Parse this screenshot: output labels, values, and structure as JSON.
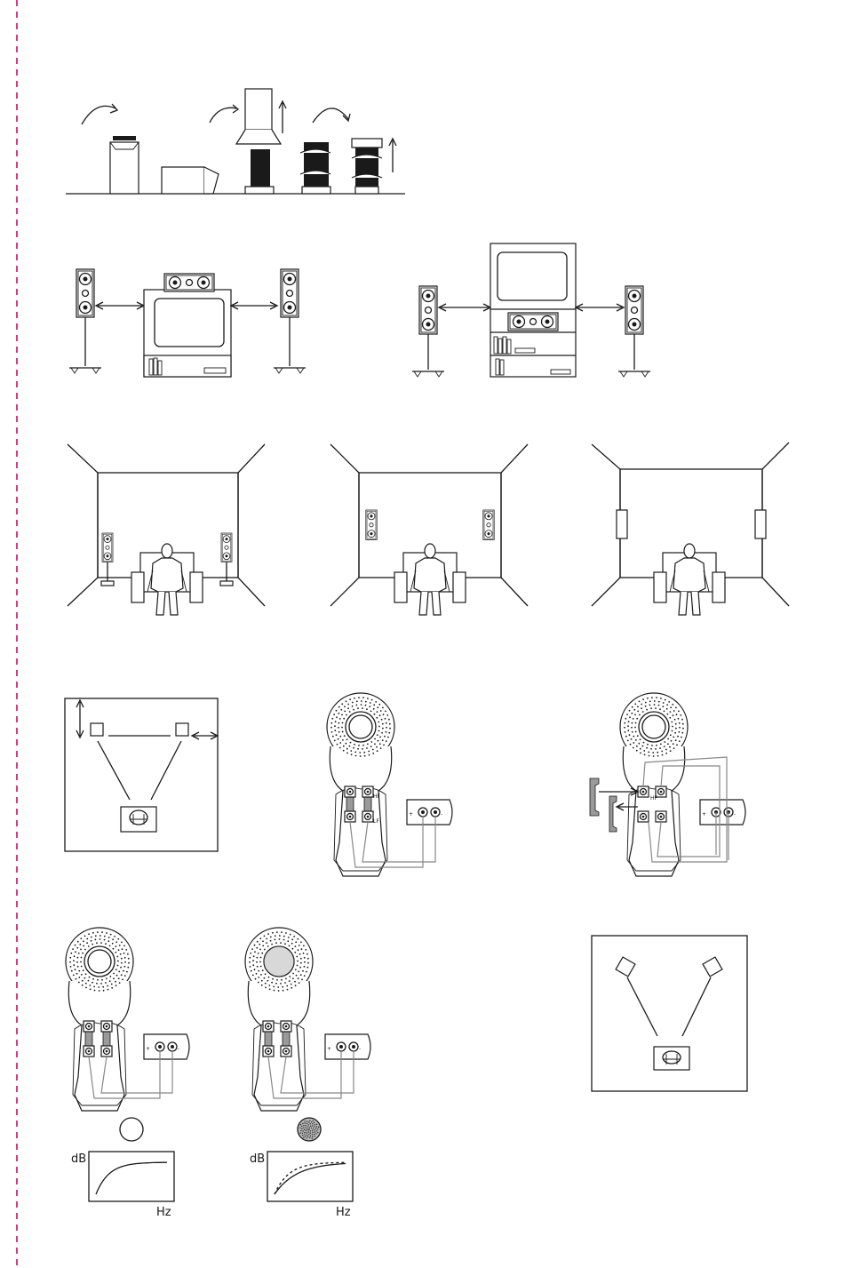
{
  "labels": {
    "graph1_y": "dB",
    "graph1_x": "Hz",
    "graph2_y": "dB",
    "graph2_x": "Hz",
    "terminal_plus": "+",
    "terminal_minus": "-",
    "hf_mark": "HF",
    "lf_mark": "LF"
  },
  "colors": {
    "margin_dash": "#e0338c",
    "line": "#1a1a1a",
    "wire": "#888888"
  }
}
